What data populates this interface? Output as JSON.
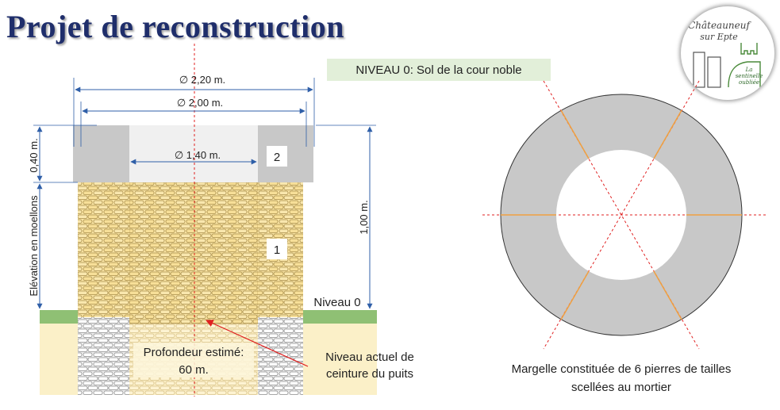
{
  "header": {
    "title": "Projet de reconstruction",
    "niveau_box": "NIVEAU 0: Sol de la cour noble"
  },
  "logo": {
    "line1": "Châteauneuf",
    "line2": "sur Epte",
    "tag1": "La",
    "tag2": "sentinelle",
    "tag3": "oubliée"
  },
  "section": {
    "dim_outer": "∅ 2,20 m.",
    "dim_mid": "∅ 2,00 m.",
    "dim_inner": "∅ 1,40 m.",
    "dim_margelle": "0,40 m.",
    "dim_elevation": "1,00 m.",
    "label_elevation": "Elévation en  moellons",
    "num_2": "2",
    "num_1": "1",
    "niveau0": "Niveau 0",
    "depth_line1": "Profondeur estimé:",
    "depth_line2": "60 m.",
    "callout_line1": "Niveau actuel de",
    "callout_line2": "ceinture du puits"
  },
  "plan": {
    "caption_line1": "Margelle constituée de 6 pierres de tailles",
    "caption_line2": "scellées au mortier"
  },
  "colors": {
    "title": "#1f2e6b",
    "stone_grey": "#c8c8c8",
    "rubble": "#f9e4a4",
    "ground": "#fbf0c8",
    "grass": "#8fc074",
    "axis_red": "#e02020",
    "dim_blue": "#2f5fa8"
  }
}
